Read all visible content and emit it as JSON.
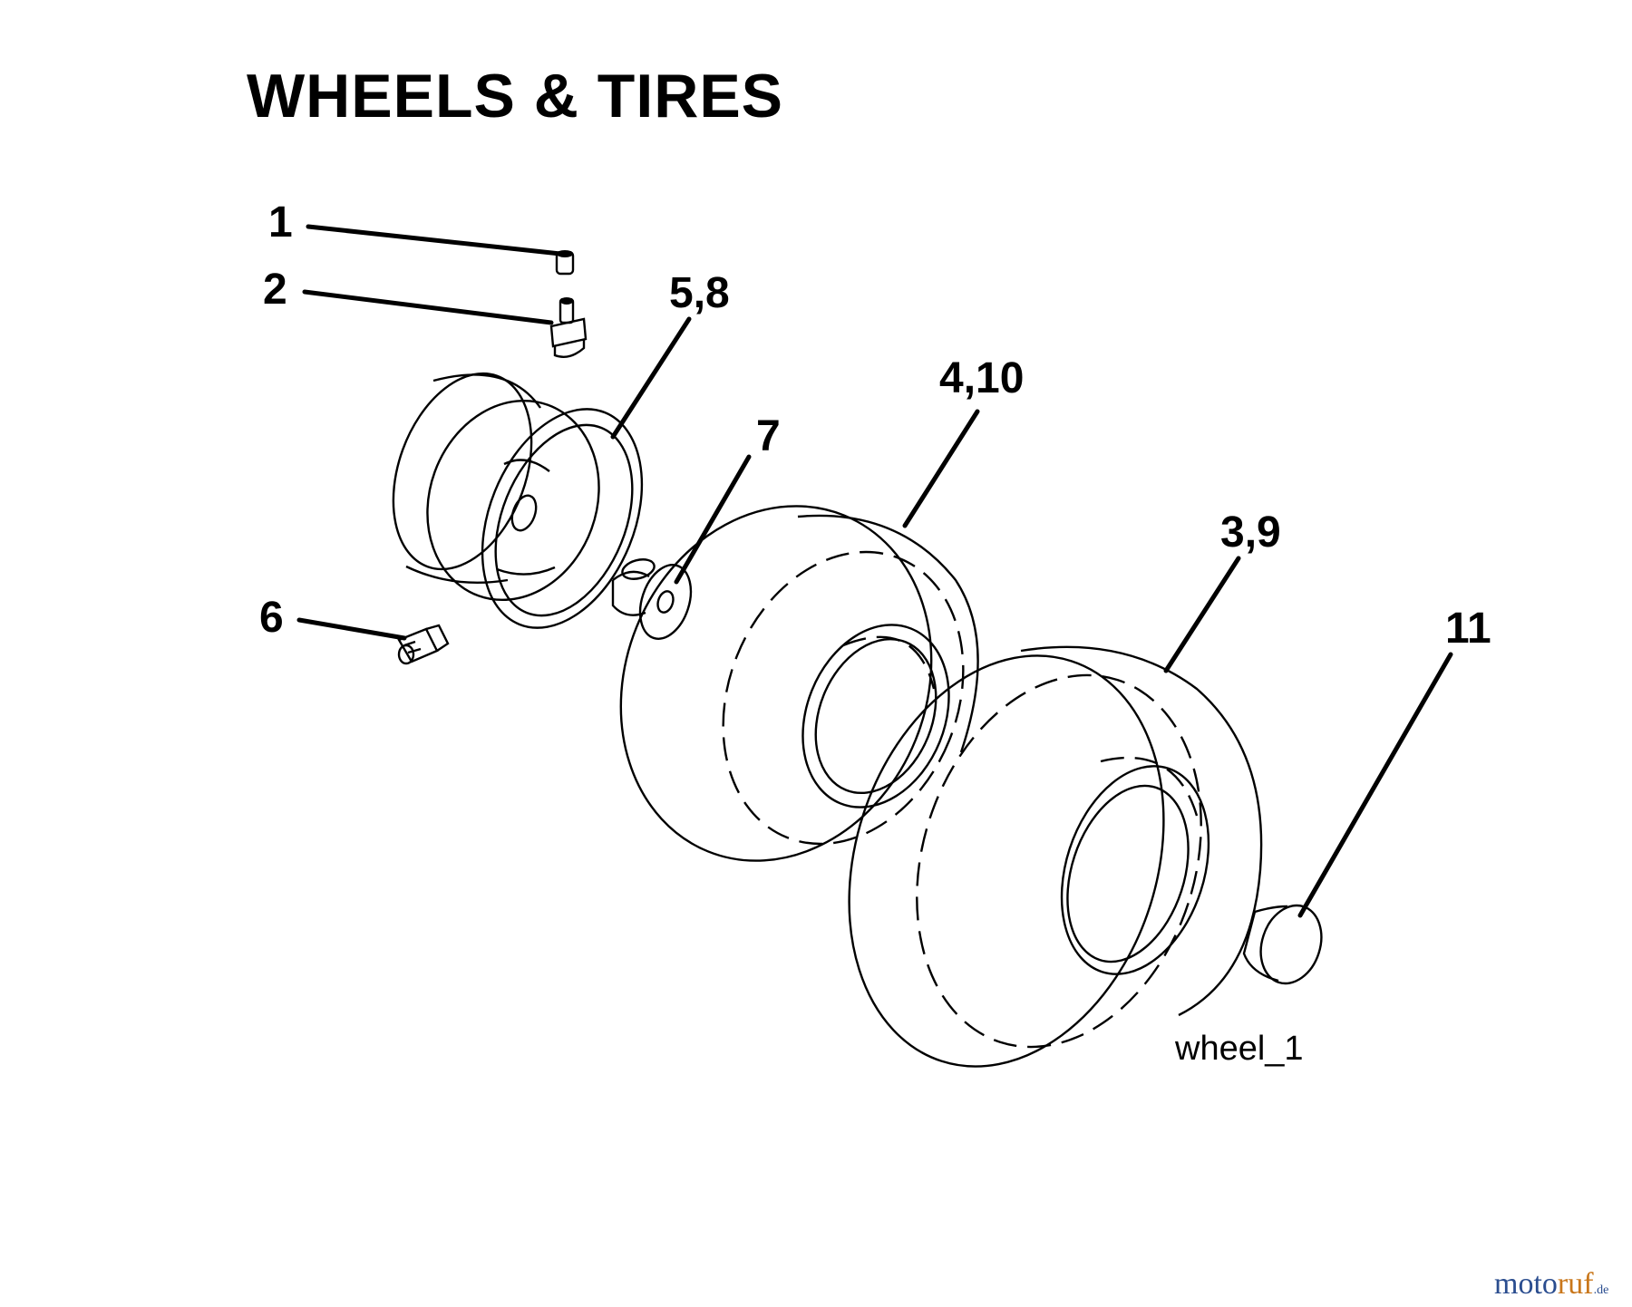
{
  "title": "WHEELS & TIRES",
  "figure_id": "wheel_1",
  "watermark": {
    "brand": "moto",
    "brand_accent": "ruf",
    "tld": ".de"
  },
  "callouts": [
    {
      "id": "c1",
      "label": "1",
      "part": "valve-cap"
    },
    {
      "id": "c2",
      "label": "2",
      "part": "tire-valve"
    },
    {
      "id": "c58",
      "label": "5,8",
      "part": "rim"
    },
    {
      "id": "c6",
      "label": "6",
      "part": "grease-fitting"
    },
    {
      "id": "c7",
      "label": "7",
      "part": "bushing"
    },
    {
      "id": "c410",
      "label": "4,10",
      "part": "front-tire"
    },
    {
      "id": "c39",
      "label": "3,9",
      "part": "rear-tire"
    },
    {
      "id": "c11",
      "label": "11",
      "part": "hub-cap"
    }
  ],
  "colors": {
    "line": "#000000",
    "background": "#ffffff",
    "wm_blue": "#2a4d8f",
    "wm_orange": "#c9771b"
  }
}
